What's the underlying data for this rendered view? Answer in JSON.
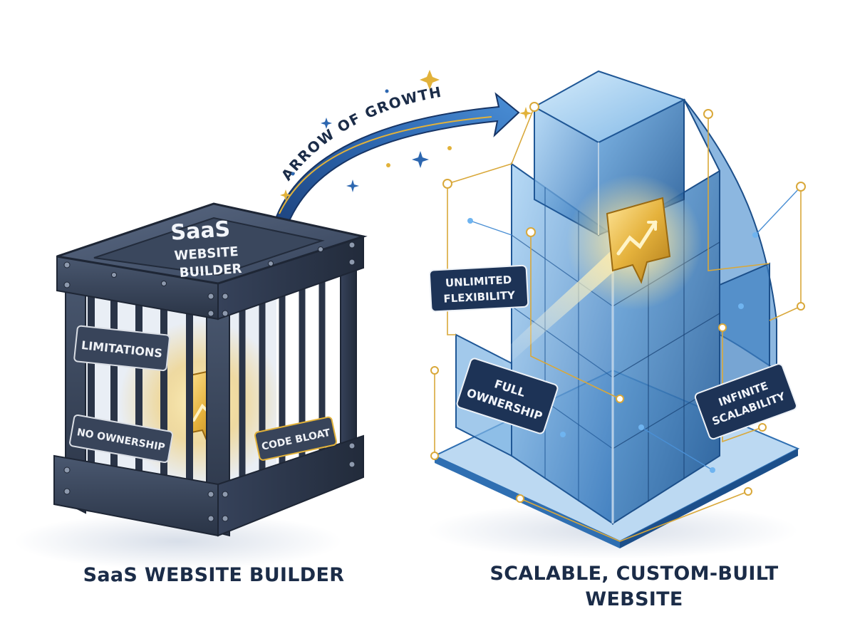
{
  "arrow": {
    "label": "ARROW OF GROWTH"
  },
  "cage": {
    "lid_lines": [
      "SaaS",
      "WEBSITE",
      "BUILDER"
    ],
    "tags": {
      "limitations": "LIMITATIONS",
      "no_ownership": "NO OWNERSHIP",
      "code_bloat": "CODE BLOAT"
    },
    "caption": "SaaS WEBSITE BUILDER"
  },
  "tower": {
    "tags": {
      "flexibility": [
        "UNLIMITED",
        "FLEXIBILITY"
      ],
      "ownership": [
        "FULL",
        "OWNERSHIP"
      ],
      "scalability": [
        "INFINITE",
        "SCALABILITY"
      ]
    },
    "caption_lines": [
      "SCALABLE, CUSTOM-BUILT",
      "WEBSITE"
    ]
  },
  "icons": [
    "growth-chart-icon",
    "sparkle-icon"
  ],
  "colors": {
    "cage_dark": "#2b3649",
    "cage_mid": "#3d4a60",
    "glass_blue": "#3f86c8",
    "glass_dark": "#1c4f8a",
    "gold": "#e2b23a",
    "navy": "#1b2c48"
  }
}
